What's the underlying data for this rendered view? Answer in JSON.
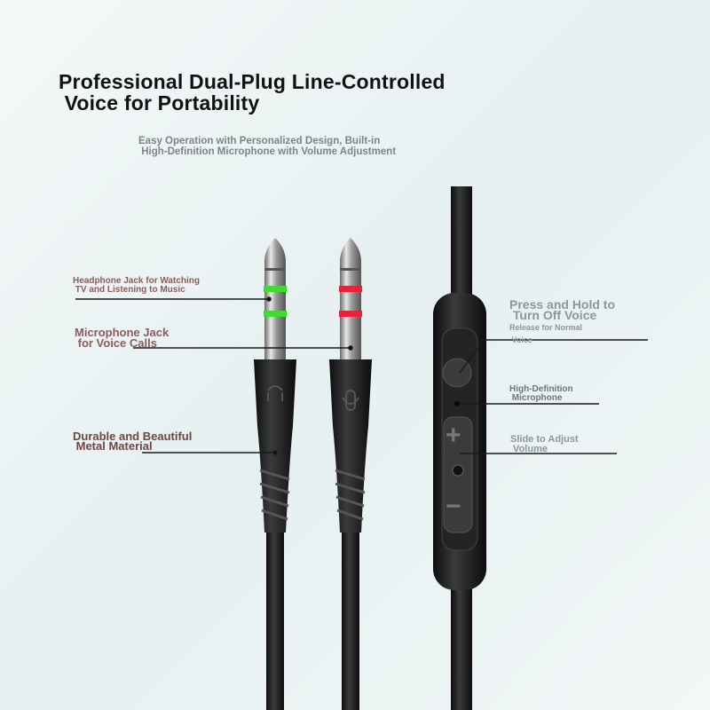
{
  "title": {
    "line1": "Professional Dual-Plug Line-Controlled",
    "line2": " Voice for Portability"
  },
  "subtitle": {
    "line1": "Easy Operation with Personalized Design, Built-in",
    "line2": " High-Definition Microphone with Volume Adjustment"
  },
  "left_labels": [
    {
      "line1": "Headphone Jack for Watching",
      "line2": " TV and Listening to Music"
    },
    {
      "line1": "Microphone Jack",
      "line2": " for Voice Calls"
    },
    {
      "line1": "Durable and Beautiful",
      "line2": " Metal Material"
    }
  ],
  "right_labels": [
    {
      "line1": "Press and Hold to",
      "line2": " Turn Off Voice",
      "line3": "Release for Normal",
      "line4": " Voice"
    },
    {
      "line1": "High-Definition",
      "line2": " Microphone"
    },
    {
      "line1": "Slide to Adjust",
      "line2": " Volume"
    }
  ],
  "remote_symbols": {
    "plus": "+",
    "minus": "−"
  },
  "colors": {
    "headphone_ring": "#3ddc2f",
    "mic_ring": "#e8223a",
    "cable": "#1b1c1e",
    "label_left": "#8a5c5c",
    "label_right": "#8e9698"
  }
}
